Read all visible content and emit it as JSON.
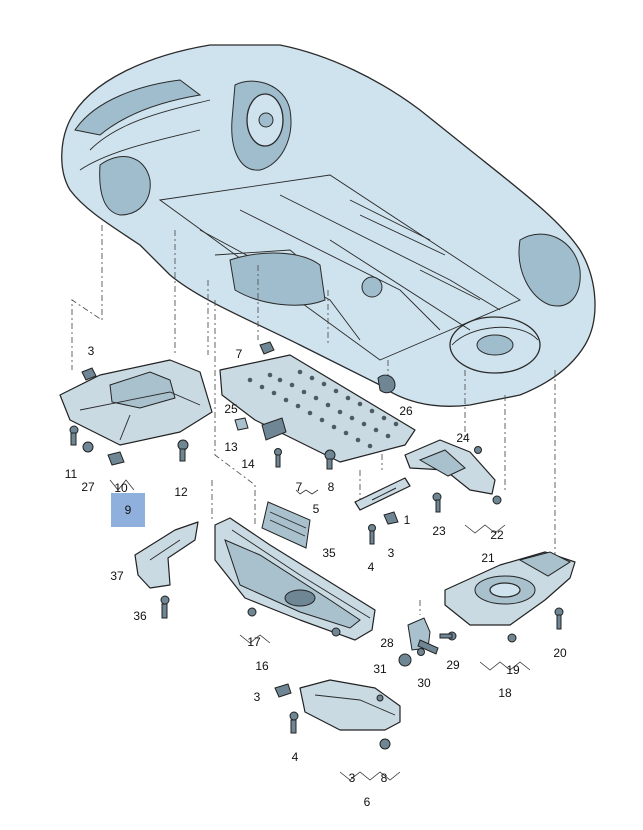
{
  "callouts": {
    "c3a": "3",
    "c11": "11",
    "c27": "27",
    "c10": "10",
    "c9": "9",
    "c12": "12",
    "c7a": "7",
    "c25": "25",
    "c13": "13",
    "c14": "14",
    "c7b": "7",
    "c8a": "8",
    "c26": "26",
    "c5": "5",
    "c1": "1",
    "c3b": "3",
    "c4a": "4",
    "c35": "35",
    "c24": "24",
    "c23": "23",
    "c22": "22",
    "c21": "21",
    "c37": "37",
    "c36": "36",
    "c17": "17",
    "c16": "16",
    "c28": "28",
    "c31": "31",
    "c29": "29",
    "c30": "30",
    "c19": "19",
    "c18": "18",
    "c20": "20",
    "c3c": "3",
    "c4b": "4",
    "c3d": "3",
    "c8b": "8",
    "c6": "6"
  },
  "colors": {
    "car_fill": "#cfe3ee",
    "part_fill": "#c9dae3",
    "highlight": "#8fb0dc"
  }
}
